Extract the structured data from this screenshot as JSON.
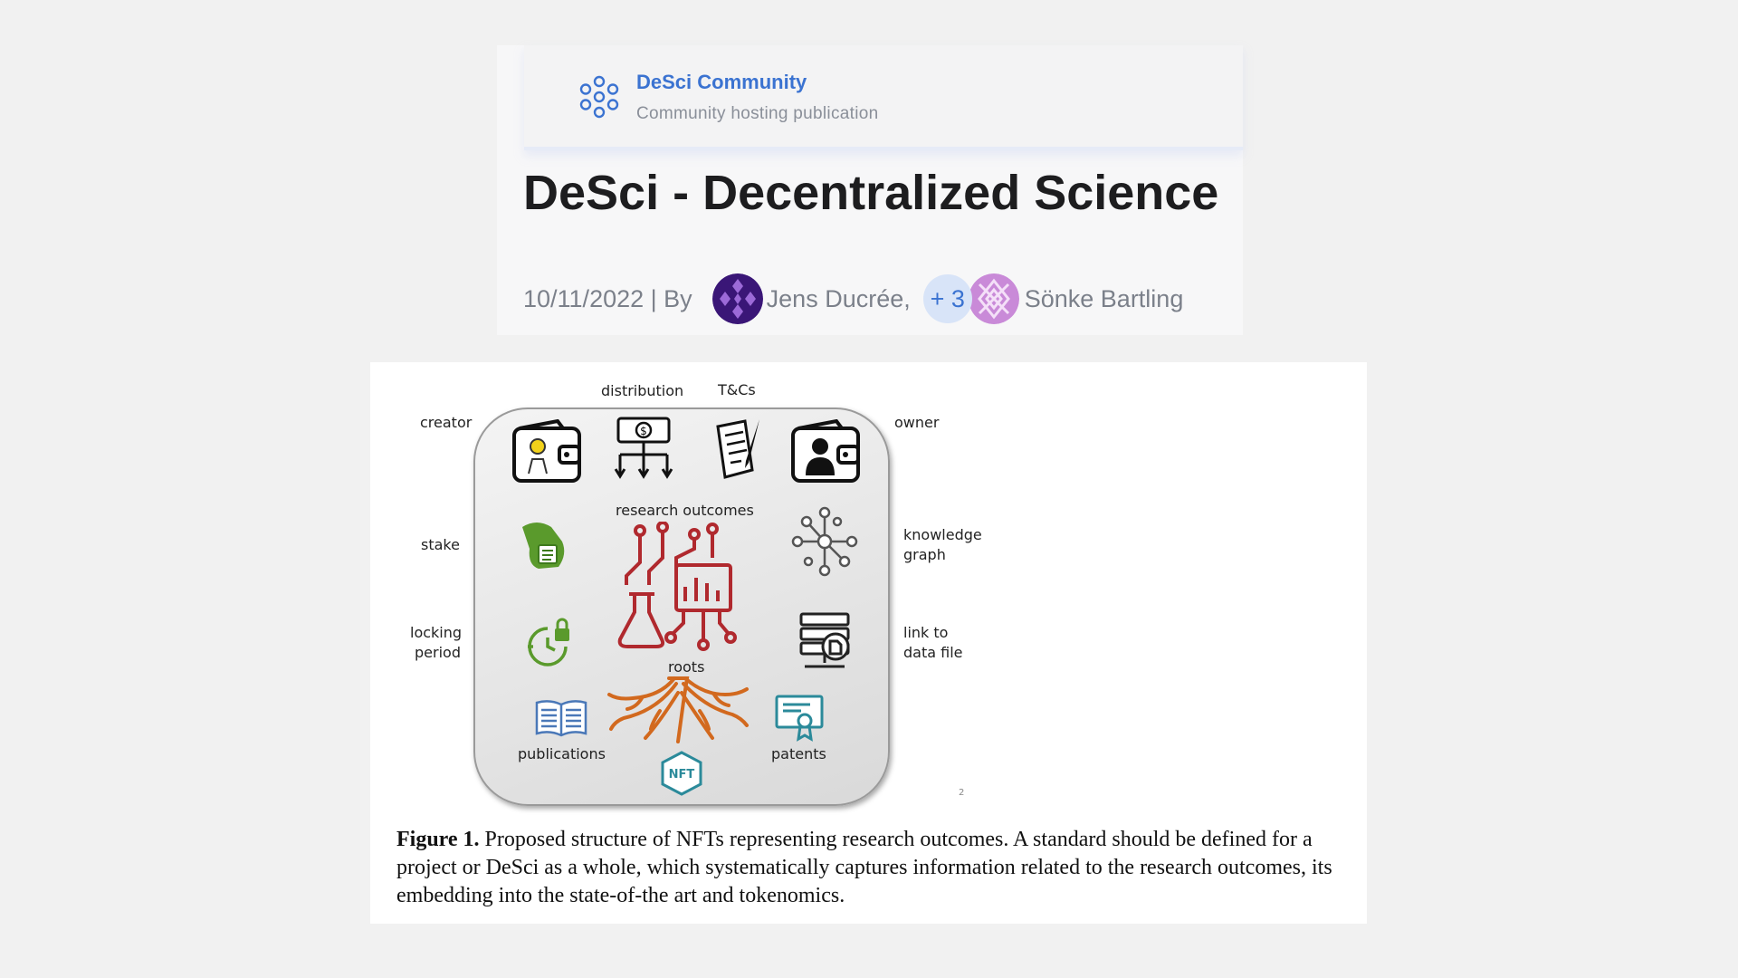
{
  "community": {
    "name": "DeSci Community",
    "subtitle": "Community hosting publication",
    "logo_icon": "atom-network-icon"
  },
  "publication": {
    "title": "DeSci - Decentralized Science",
    "date_by": "10/11/2022 | By",
    "authors": [
      "Jens Ducrée,",
      "Sönke Bartling"
    ],
    "more_authors": "+ 3"
  },
  "figure": {
    "labels": {
      "distribution": "distribution",
      "tcs": "T&Cs",
      "creator": "creator",
      "owner": "owner",
      "stake": "stake",
      "research_outcomes": "research outcomes",
      "knowledge_graph_1": "knowledge",
      "knowledge_graph_2": "graph",
      "locking_1": "locking",
      "locking_2": "period",
      "link_1": "link to",
      "link_2": "data file",
      "roots": "roots",
      "publications": "publications",
      "patents": "patents",
      "page_mark": "2"
    },
    "caption_label": "Figure 1.",
    "caption_text": " Proposed structure of NFTs representing research outcomes. A standard should be defined for a project or DeSci as a whole, which systematically captures information related to the research outcomes, its embedding into the state-of-the art and tokenomics."
  },
  "colors": {
    "accent": "#3b73d1",
    "title": "#1d1d1f",
    "muted": "#7b808a",
    "research_red": "#b0292e",
    "stake_green": "#5a9a2c",
    "roots_orange": "#d2691e",
    "teal": "#2b8a9a"
  }
}
